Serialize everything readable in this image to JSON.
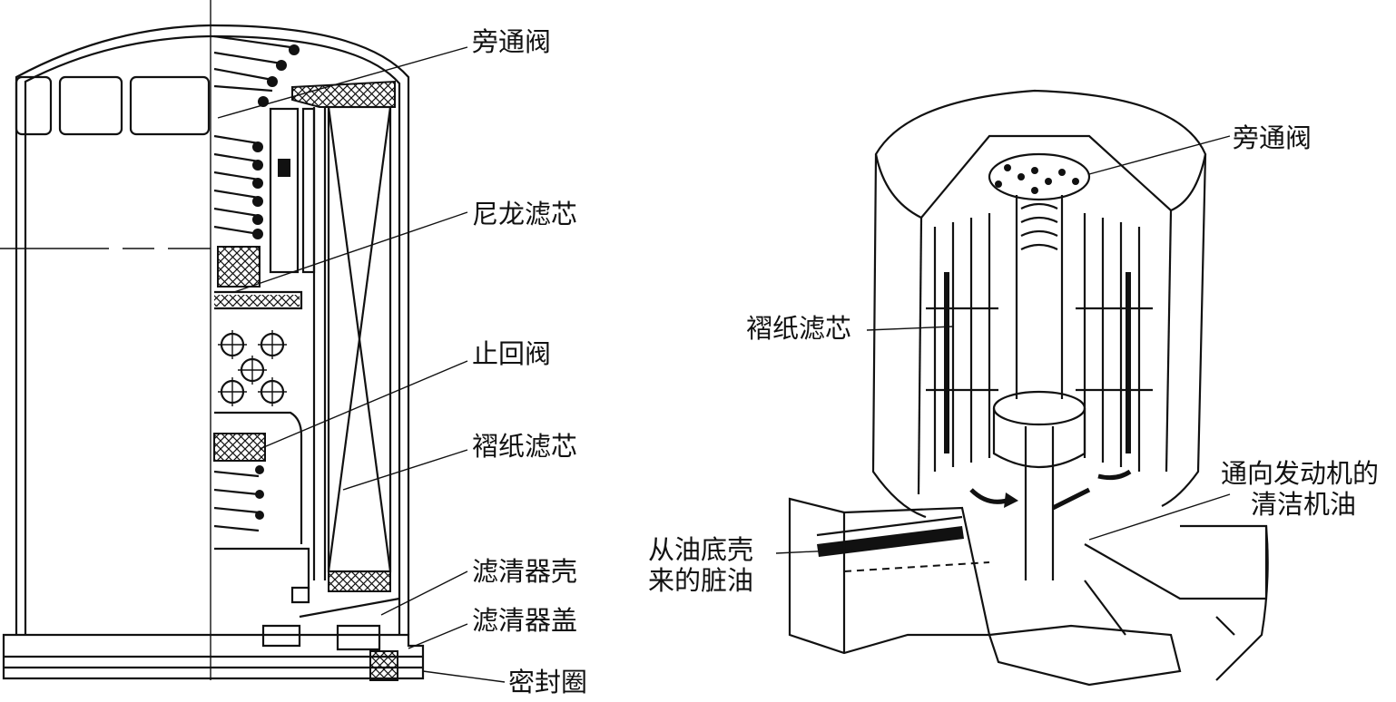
{
  "left_labels": {
    "bypass_valve": "旁通阀",
    "nylon_filter": "尼龙滤芯",
    "check_valve": "止回阀",
    "pleated_paper_filter": "褶纸滤芯",
    "filter_housing": "滤清器壳",
    "filter_cover": "滤清器盖",
    "seal_ring": "密封圈"
  },
  "right_labels": {
    "bypass_valve": "旁通阀",
    "pleated_paper_filter": "褶纸滤芯",
    "clean_oil_line1": "通向发动机的",
    "clean_oil_line2": "清洁机油",
    "dirty_oil_line1": "从油底壳",
    "dirty_oil_line2": "来的脏油"
  }
}
